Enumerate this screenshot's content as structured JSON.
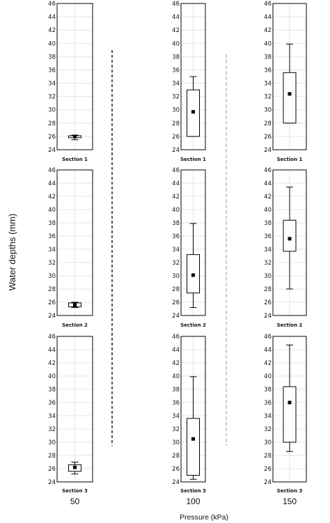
{
  "chart_data": {
    "type": "box",
    "ylabel": "Water depths (mm)",
    "xlabel": "Pressure (kPa)",
    "pressure_labels": [
      "50",
      "100",
      "150"
    ],
    "section_labels": [
      "Section 1",
      "Section 2",
      "Section 3"
    ],
    "y_ticks": {
      "50": [
        24,
        26,
        28,
        30,
        32,
        34,
        36,
        38,
        40,
        42,
        44,
        46
      ],
      "100": [
        24,
        26,
        28,
        30,
        32,
        34,
        36,
        38,
        40,
        42,
        44,
        46
      ],
      "150": [
        24,
        26,
        28,
        30,
        32,
        34,
        36,
        38,
        40,
        42,
        44,
        46
      ]
    },
    "ylim": [
      24,
      46
    ],
    "grid": true,
    "boxes": [
      {
        "pressure": "50",
        "section": "Section 1",
        "min": 25.5,
        "q1": 25.8,
        "median": 26.0,
        "q3": 26.1,
        "max": 26.2
      },
      {
        "pressure": "100",
        "section": "Section 1",
        "min": 26.0,
        "q1": 26.0,
        "median": 29.7,
        "q3": 33.0,
        "max": 35.0
      },
      {
        "pressure": "150",
        "section": "Section 1",
        "min": 28.0,
        "q1": 28.0,
        "median": 32.4,
        "q3": 35.6,
        "max": 39.9
      },
      {
        "pressure": "50",
        "section": "Section 2",
        "min": 25.2,
        "q1": 25.3,
        "median": 25.6,
        "q3": 25.9,
        "max": 26.0
      },
      {
        "pressure": "100",
        "section": "Section 2",
        "min": 25.2,
        "q1": 27.4,
        "median": 30.1,
        "q3": 33.2,
        "max": 37.9
      },
      {
        "pressure": "150",
        "section": "Section 2",
        "min": 28.0,
        "q1": 33.7,
        "median": 35.6,
        "q3": 38.4,
        "max": 43.4
      },
      {
        "pressure": "50",
        "section": "Section 3",
        "min": 25.2,
        "q1": 25.6,
        "median": 26.2,
        "q3": 26.6,
        "max": 27.0
      },
      {
        "pressure": "100",
        "section": "Section 3",
        "min": 24.4,
        "q1": 25.0,
        "median": 30.5,
        "q3": 33.6,
        "max": 39.9
      },
      {
        "pressure": "150",
        "section": "Section 3",
        "min": 28.6,
        "q1": 30.0,
        "median": 36.0,
        "q3": 38.4,
        "max": 44.7
      }
    ]
  }
}
